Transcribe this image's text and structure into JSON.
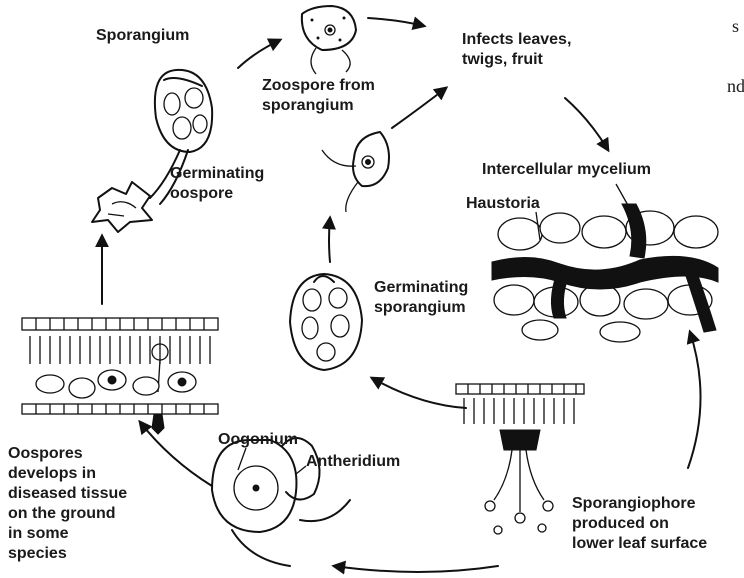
{
  "edge_text": {
    "top_fragment": "s",
    "side_fragment": "nd"
  },
  "labels": {
    "sporangium": "Sporangium",
    "zoospore": "Zoospore from\nsporangium",
    "infects": "Infects leaves,\ntwigs, fruit",
    "germinating_oospore": "Germinating\noospore",
    "intercellular_mycelium": "Intercellular mycelium",
    "haustoria": "Haustoria",
    "germinating_sporangium": "Germinating\nsporangium",
    "oospores": "Oospores\ndevelops in\ndiseased tissue\non the ground\nin some\nspecies",
    "oogonium": "Oogonium",
    "antheridium": "Antheridium",
    "sporangiophore": "Sporangiophore\nproduced on\nlower leaf surface"
  },
  "colors": {
    "ink": "#111111",
    "background": "#ffffff"
  }
}
